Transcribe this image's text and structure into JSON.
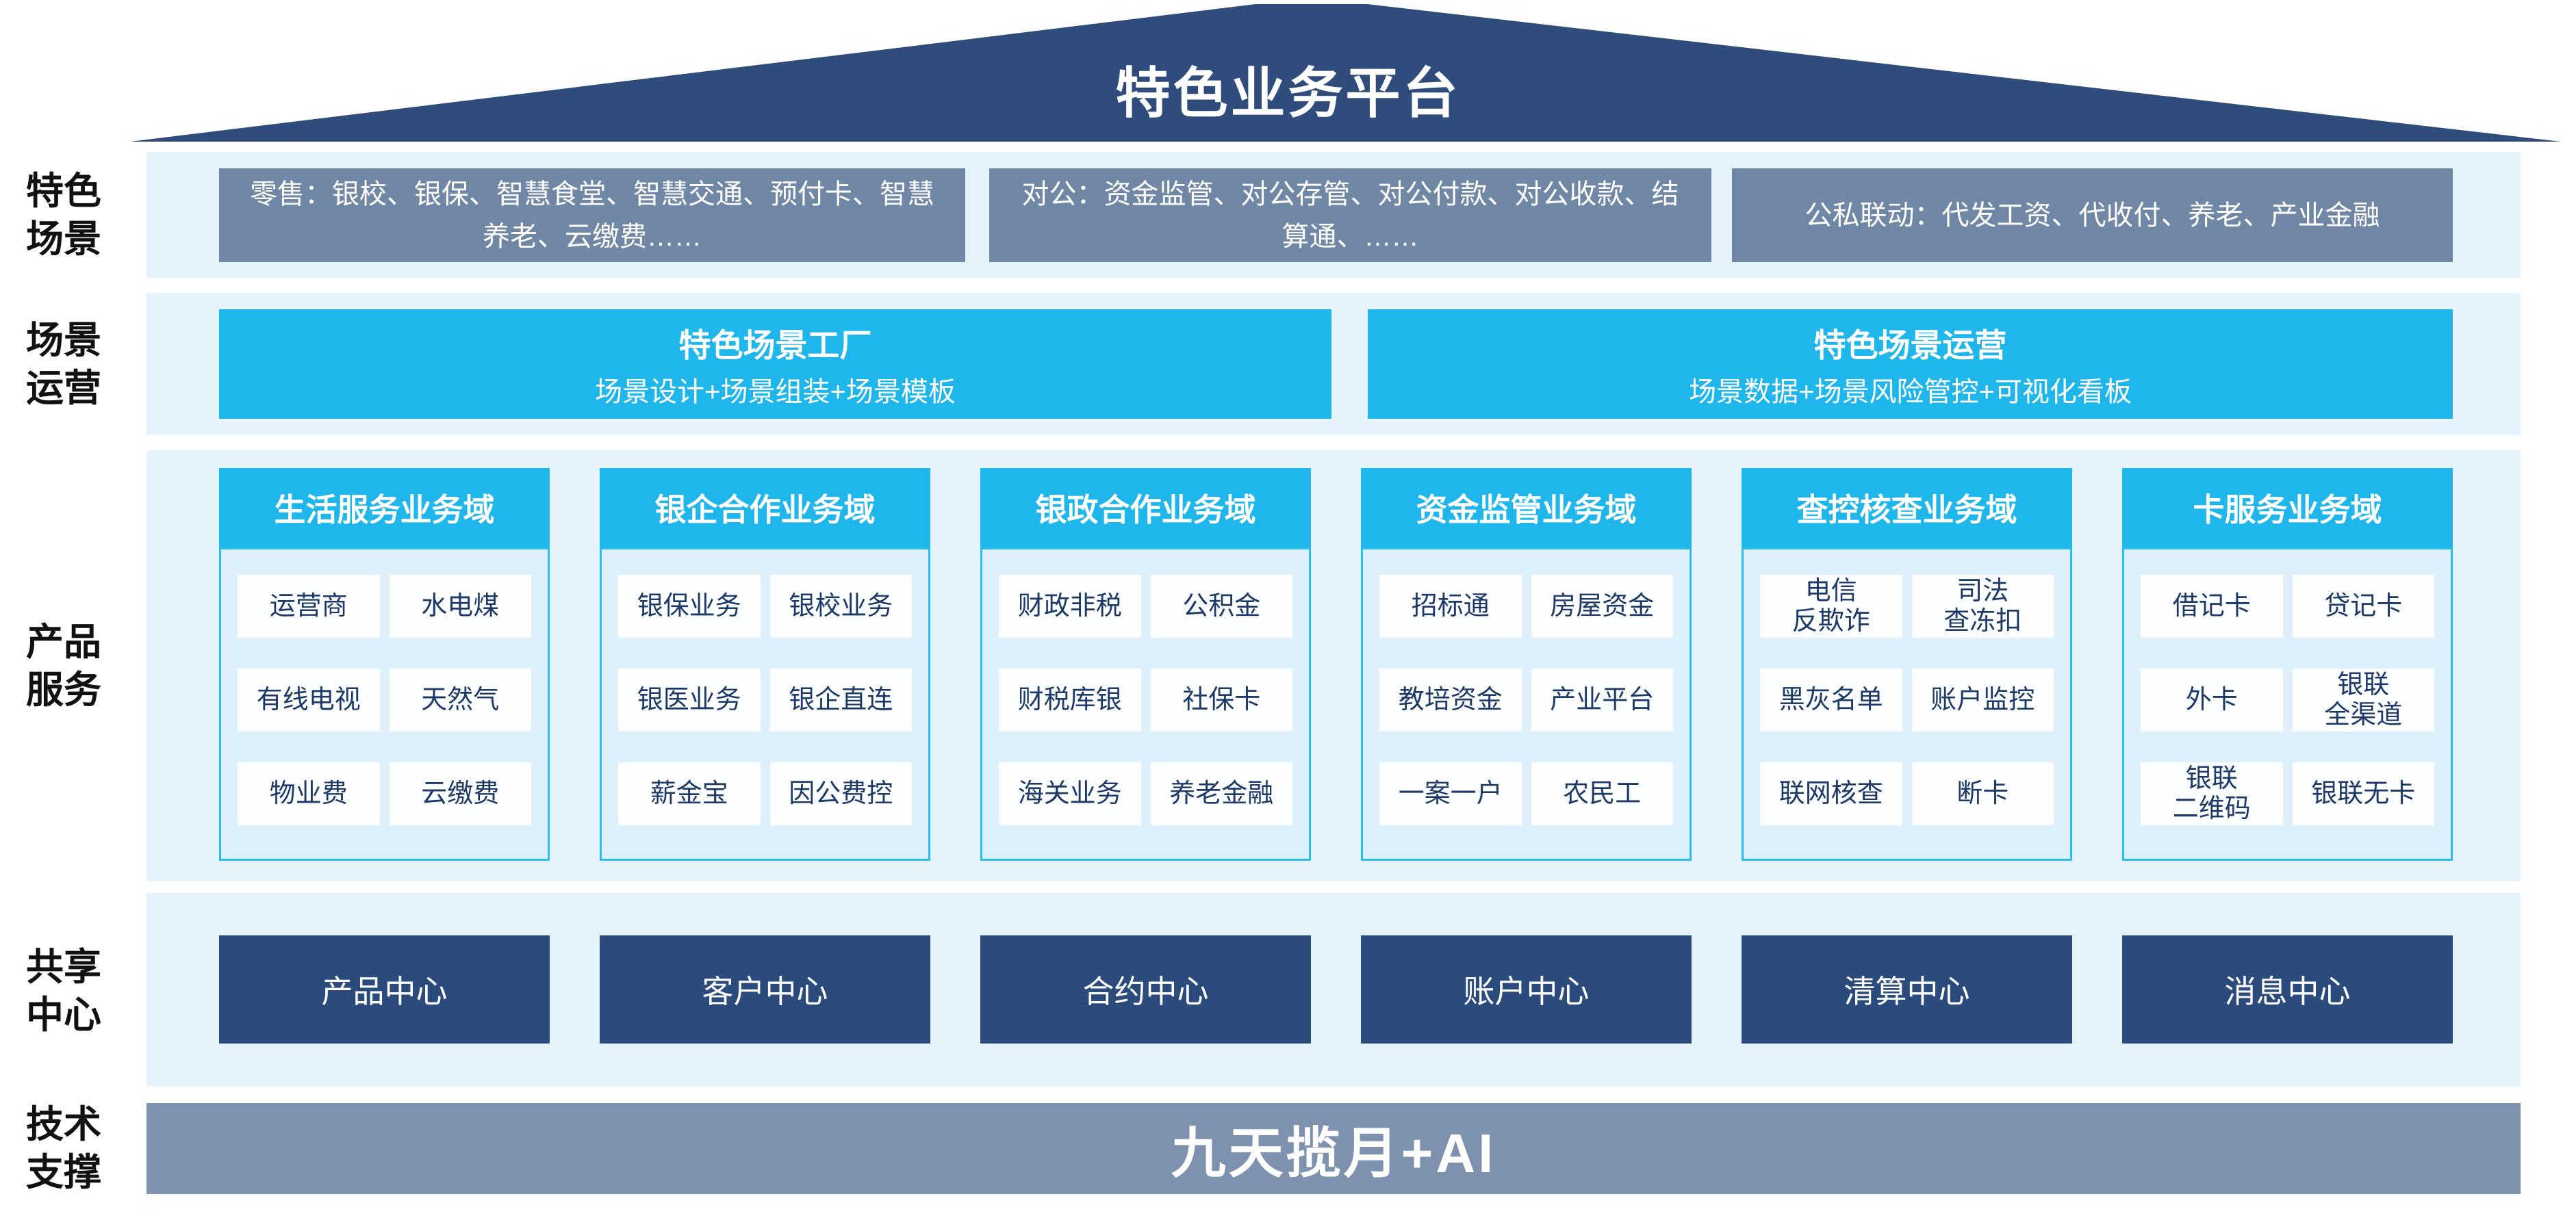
{
  "title": "特色业务平台",
  "colors": {
    "roof_navy": "#2F4C7D",
    "center_navy": "#2C4B7D",
    "scene_gray_blue": "#7187A6",
    "tech_bar_gray_blue": "#7E91AF",
    "accent_cyan": "#1FB6EC",
    "band_light_blue": "#E4F3FC",
    "column_body_blue": "#DDF0FB",
    "cell_text_navy": "#1C3968"
  },
  "side_labels": [
    {
      "lines": [
        "特色",
        "场景"
      ]
    },
    {
      "lines": [
        "场景",
        "运营"
      ]
    },
    {
      "lines": [
        "产品",
        "服务"
      ]
    },
    {
      "lines": [
        "共享",
        "中心"
      ]
    },
    {
      "lines": [
        "技术",
        "支撑"
      ]
    }
  ],
  "scene_row": {
    "items": [
      "零售：银校、银保、智慧食堂、智慧交通、预付卡、智慧养老、云缴费……",
      "对公：资金监管、对公存管、对公付款、对公收款、结算通、……",
      "公私联动：代发工资、代收付、养老、产业金融"
    ]
  },
  "ops_row": {
    "items": [
      {
        "title": "特色场景工厂",
        "subtitle": "场景设计+场景组装+场景模板"
      },
      {
        "title": "特色场景运营",
        "subtitle": "场景数据+场景风险管控+可视化看板"
      }
    ]
  },
  "product_row": {
    "columns": [
      {
        "header": "生活服务业务域",
        "cells": [
          "运营商",
          "水电煤",
          "有线电视",
          "天然气",
          "物业费",
          "云缴费"
        ]
      },
      {
        "header": "银企合作业务域",
        "cells": [
          "银保业务",
          "银校业务",
          "银医业务",
          "银企直连",
          "薪金宝",
          "因公费控"
        ]
      },
      {
        "header": "银政合作业务域",
        "cells": [
          "财政非税",
          "公积金",
          "财税库银",
          "社保卡",
          "海关业务",
          "养老金融"
        ]
      },
      {
        "header": "资金监管业务域",
        "cells": [
          "招标通",
          "房屋资金",
          "教培资金",
          "产业平台",
          "一案一户",
          "农民工"
        ]
      },
      {
        "header": "查控核查业务域",
        "cells": [
          "电信\n反欺诈",
          "司法\n查冻扣",
          "黑灰名单",
          "账户监控",
          "联网核查",
          "断卡"
        ]
      },
      {
        "header": "卡服务业务域",
        "cells": [
          "借记卡",
          "贷记卡",
          "外卡",
          "银联\n全渠道",
          "银联\n二维码",
          "银联无卡"
        ]
      }
    ]
  },
  "share_row": {
    "items": [
      "产品中心",
      "客户中心",
      "合约中心",
      "账户中心",
      "清算中心",
      "消息中心"
    ]
  },
  "tech_row": {
    "label": "九天揽月+AI"
  }
}
